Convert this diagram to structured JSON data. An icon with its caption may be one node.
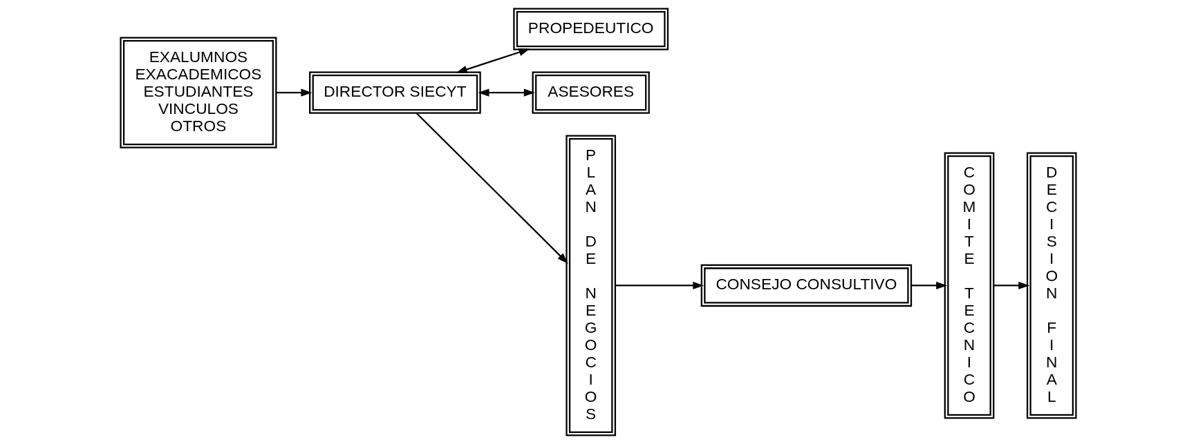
{
  "diagram": {
    "nodes": [
      {
        "text": [
          "EXALUMNOS",
          "EXACADEMICOS",
          "ESTUDIANTES",
          "VINCULOS",
          "OTROS"
        ]
      },
      {
        "text": [
          "DIRECTOR SIECYT"
        ]
      },
      {
        "text": [
          "PROPEDEUTICO"
        ]
      },
      {
        "text": [
          "ASESORES"
        ]
      },
      {
        "text": [
          "PLAN DE NEGOCIOS"
        ]
      },
      {
        "text": [
          "CONSEJO CONSULTIVO"
        ]
      },
      {
        "text": [
          "COMITE TECNICO"
        ]
      },
      {
        "text": [
          "DECISION FINAL"
        ]
      }
    ],
    "edges": [
      {
        "from": 0,
        "to": 1,
        "arrow": "to"
      },
      {
        "from": 1,
        "to": 2,
        "arrow": "both"
      },
      {
        "from": 1,
        "to": 3,
        "arrow": "both"
      },
      {
        "from": 1,
        "to": 4,
        "arrow": "to"
      },
      {
        "from": 4,
        "to": 5,
        "arrow": "to"
      },
      {
        "from": 5,
        "to": 6,
        "arrow": "to"
      },
      {
        "from": 6,
        "to": 7,
        "arrow": "to"
      }
    ]
  }
}
